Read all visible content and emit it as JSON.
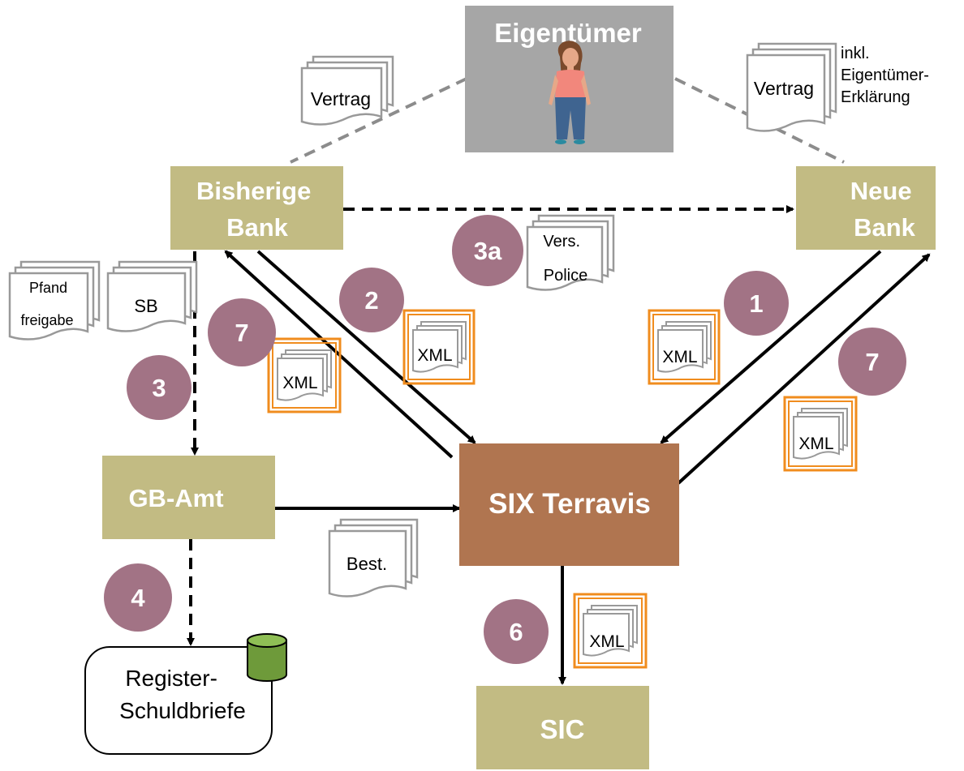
{
  "colors": {
    "bank_box": "#c2bb83",
    "terravis_box": "#b07550",
    "eigentuemer_box": "#a6a6a6",
    "step_circle": "#a27385",
    "doc_stroke": "#999999",
    "xml_frame": "#f08c1e",
    "db_cylinder": "#6e9a3a"
  },
  "nodes": {
    "eigentuemer": "Eigentümer",
    "bisherige_bank": [
      "Bisherige",
      "Bank"
    ],
    "neue_bank": [
      "Neue",
      "Bank"
    ],
    "gb_amt": "GB-Amt",
    "terravis": "SIX Terravis",
    "sic": "SIC",
    "register": [
      "Register-",
      "Schuldbriefe"
    ]
  },
  "documents": {
    "vertrag_left": "Vertrag",
    "vertrag_right": "Vertrag",
    "vertrag_right_note": [
      "inkl.",
      "Eigentümer-",
      "Erklärung"
    ],
    "versicherung": [
      "Vers.",
      "Police"
    ],
    "pfand": [
      "Pfand",
      "freigabe"
    ],
    "sb": "SB",
    "best": "Best.",
    "xml": "XML"
  },
  "steps": [
    "1",
    "2",
    "3",
    "3a",
    "4",
    "6",
    "7",
    "7"
  ]
}
